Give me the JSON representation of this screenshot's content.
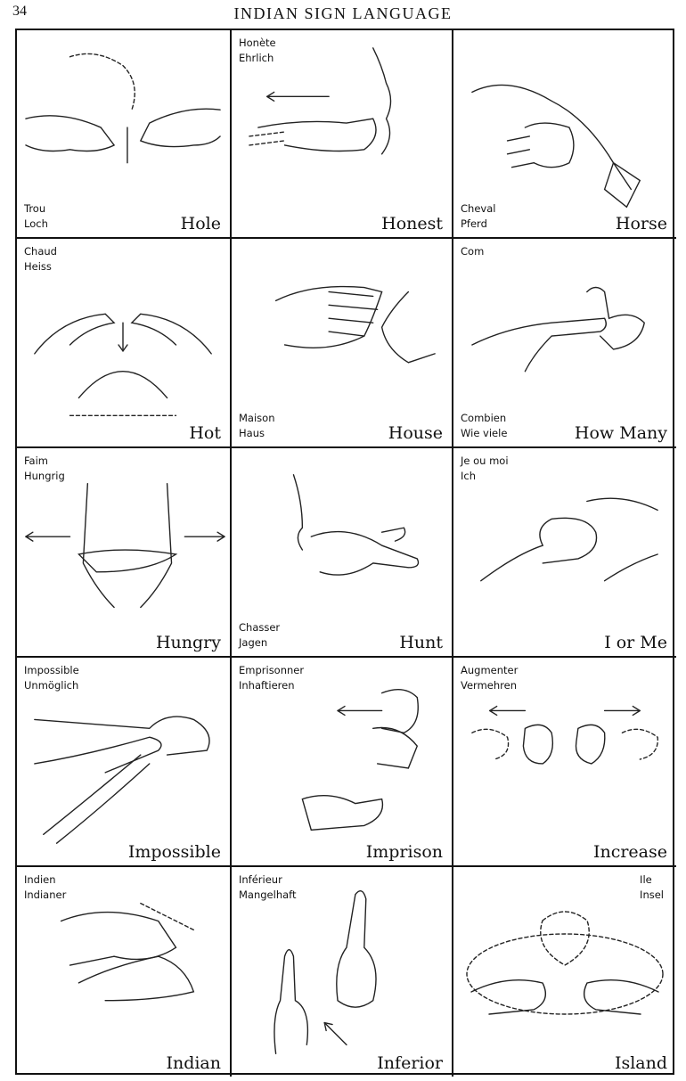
{
  "header": {
    "page_number": "34",
    "title": "INDIAN SIGN LANGUAGE"
  },
  "cells": [
    {
      "word": "Hole",
      "french": "Trou",
      "german": "Loch",
      "label_pos": "bottom-left",
      "illustration": "two-index-fingers-pointing-hole-icon"
    },
    {
      "word": "Honest",
      "french": "Honète",
      "german": "Ehrlich",
      "label_pos": "top-left",
      "illustration": "hand-from-mouth-forward-icon"
    },
    {
      "word": "Horse",
      "french": "Cheval",
      "german": "Pferd",
      "label_pos": "bottom-left",
      "illustration": "straddling-fingers-hand-icon"
    },
    {
      "word": "Hot",
      "french": "Chaud",
      "german": "Heiss",
      "label_pos": "top-left",
      "illustration": "hands-over-head-icon"
    },
    {
      "word": "House",
      "french": "Maison",
      "german": "Haus",
      "label_pos": "bottom-left",
      "illustration": "interlocked-fingers-icon"
    },
    {
      "word": "How Many",
      "french": "Combien",
      "german": "Wie viele",
      "top_note": "Com",
      "label_pos": "bottom-left",
      "illustration": "counting-fingers-icon"
    },
    {
      "word": "Hungry",
      "french": "Faim",
      "german": "Hungrig",
      "label_pos": "top-left",
      "illustration": "hand-across-stomach-icon"
    },
    {
      "word": "Hunt",
      "french": "Chasser",
      "german": "Jagen",
      "label_pos": "bottom-left",
      "illustration": "pointing-hand-near-face-icon"
    },
    {
      "word": "I or Me",
      "french": "Je ou moi",
      "german": "Ich",
      "label_pos": "top-left",
      "illustration": "fist-to-chest-icon"
    },
    {
      "word": "Impossible",
      "french": "Impossible",
      "german": "Unmöglich",
      "label_pos": "top-left",
      "illustration": "hand-striking-hand-icon"
    },
    {
      "word": "Imprison",
      "french": "Emprisonner",
      "german": "Inhaftieren",
      "label_pos": "top-left",
      "illustration": "crossed-wrists-icon"
    },
    {
      "word": "Increase",
      "french": "Augmenter",
      "german": "Vermehren",
      "label_pos": "top-left",
      "illustration": "fists-moving-apart-icon"
    },
    {
      "word": "Indian",
      "french": "Indien",
      "german": "Indianer",
      "label_pos": "top-left",
      "illustration": "rubbing-hand-back-icon"
    },
    {
      "word": "Inferior",
      "french": "Inférieur",
      "german": "Mangelhaft",
      "label_pos": "top-left",
      "illustration": "raised-index-fingers-icon"
    },
    {
      "word": "Island",
      "french": "Ile",
      "german": "Insel",
      "label_pos": "top-right",
      "illustration": "hands-circling-icon"
    }
  ]
}
